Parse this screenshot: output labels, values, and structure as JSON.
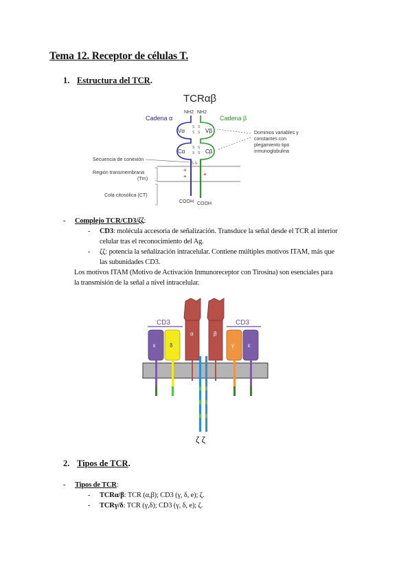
{
  "title": "Tema 12. Receptor de células T.",
  "section1": {
    "number": "1.",
    "title": "Estructura del TCR",
    "period": "."
  },
  "figure1": {
    "heading": "TCRαβ",
    "chain_alpha": "Cadena α",
    "chain_beta": "Cadena β",
    "nh2_left": "NH2",
    "nh2_right": "NH2",
    "v_alpha": "Vα",
    "v_beta": "Vβ",
    "c_alpha": "Cα",
    "c_beta": "Cβ",
    "s_mark": "S",
    "ss_mark": "-S-S-",
    "domains_note": [
      "Dominios variables y",
      "constantes con",
      "plegamiento tipo",
      "inmunoglobulina"
    ],
    "label_connection": "Secuencia de conexión",
    "label_transmembrane": "Región transmembrana",
    "label_tm": "(Tm)",
    "label_tail": "Cola citosólica (CT)",
    "plus": "+",
    "cooh_left": "COOH",
    "cooh_right": "COOH"
  },
  "complex": {
    "dash": "-",
    "label": "Complejo TCR/CD3/ζζ",
    "colon": ":",
    "items": [
      {
        "bullet": "-",
        "term": "CD3",
        "lines": [
          ": molécula accesoria de señalización. Transduce la señal desde el TCR al interior",
          "celular tras el reconocimiento del Ag."
        ]
      },
      {
        "bullet": "-",
        "term": "ζζ",
        "lines": [
          ": potencia la señalización intracelular. Contiene múltiples motivos ITAM, más que",
          "las subunidades CD3."
        ]
      }
    ],
    "paragraph": [
      "Los motivos ITAM (Motivo de Activación Inmunoreceptor con Tirosina) son esenciales para",
      "la transmisión de la señal a nivel intracelular."
    ]
  },
  "figure2": {
    "cd3_left": "CD3",
    "cd3_right": "CD3",
    "epsilon": "ε",
    "delta": "δ",
    "alpha": "α",
    "beta": "β",
    "gamma": "γ",
    "epsilon2": "ε",
    "zeta": "ζ ζ",
    "colors": {
      "purple": "#7b5ea7",
      "yellow": "#f2ea1c",
      "red": "#b8504a",
      "orange": "#f09440",
      "membrane": "#b4b4b4",
      "blue": "#2b8fd6",
      "green": "#5cc04a"
    }
  },
  "section2": {
    "number": "2.",
    "title": "Tipos de TCR",
    "period": "."
  },
  "types": {
    "dash": "-",
    "label": "Tipos de TCR",
    "colon": ":",
    "items": [
      {
        "bullet": "-",
        "term": "TCRα/β",
        "text": ": TCR (α,β); CD3 (γ, δ, e); ζ."
      },
      {
        "bullet": "-",
        "term": "TCRγ/δ",
        "text": ": TCR (γ,δ); CD3 (γ, δ, e); ζ."
      }
    ]
  }
}
